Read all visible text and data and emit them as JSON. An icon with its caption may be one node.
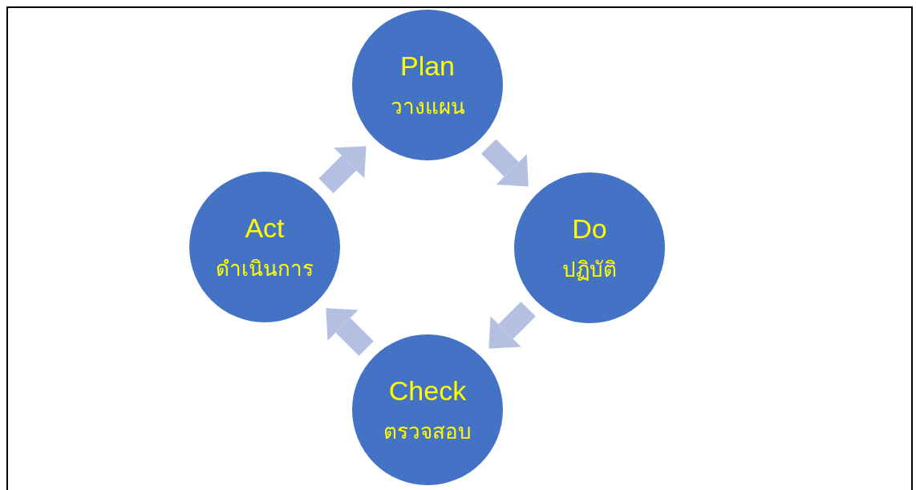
{
  "diagram": {
    "nodes": [
      {
        "text": [
          "Plan",
          "วางแผน"
        ]
      },
      {
        "text": [
          "Do",
          "ปฏิบัติ"
        ]
      },
      {
        "text": [
          "Check",
          "ตรวจสอบ"
        ]
      },
      {
        "text": [
          "Act",
          "ดำเนินการ"
        ]
      }
    ],
    "edges": [
      {
        "from": 0,
        "to": 1,
        "arrow": "to"
      },
      {
        "from": 1,
        "to": 2,
        "arrow": "to"
      },
      {
        "from": 2,
        "to": 3,
        "arrow": "to"
      },
      {
        "from": 3,
        "to": 0,
        "arrow": "to"
      }
    ]
  }
}
